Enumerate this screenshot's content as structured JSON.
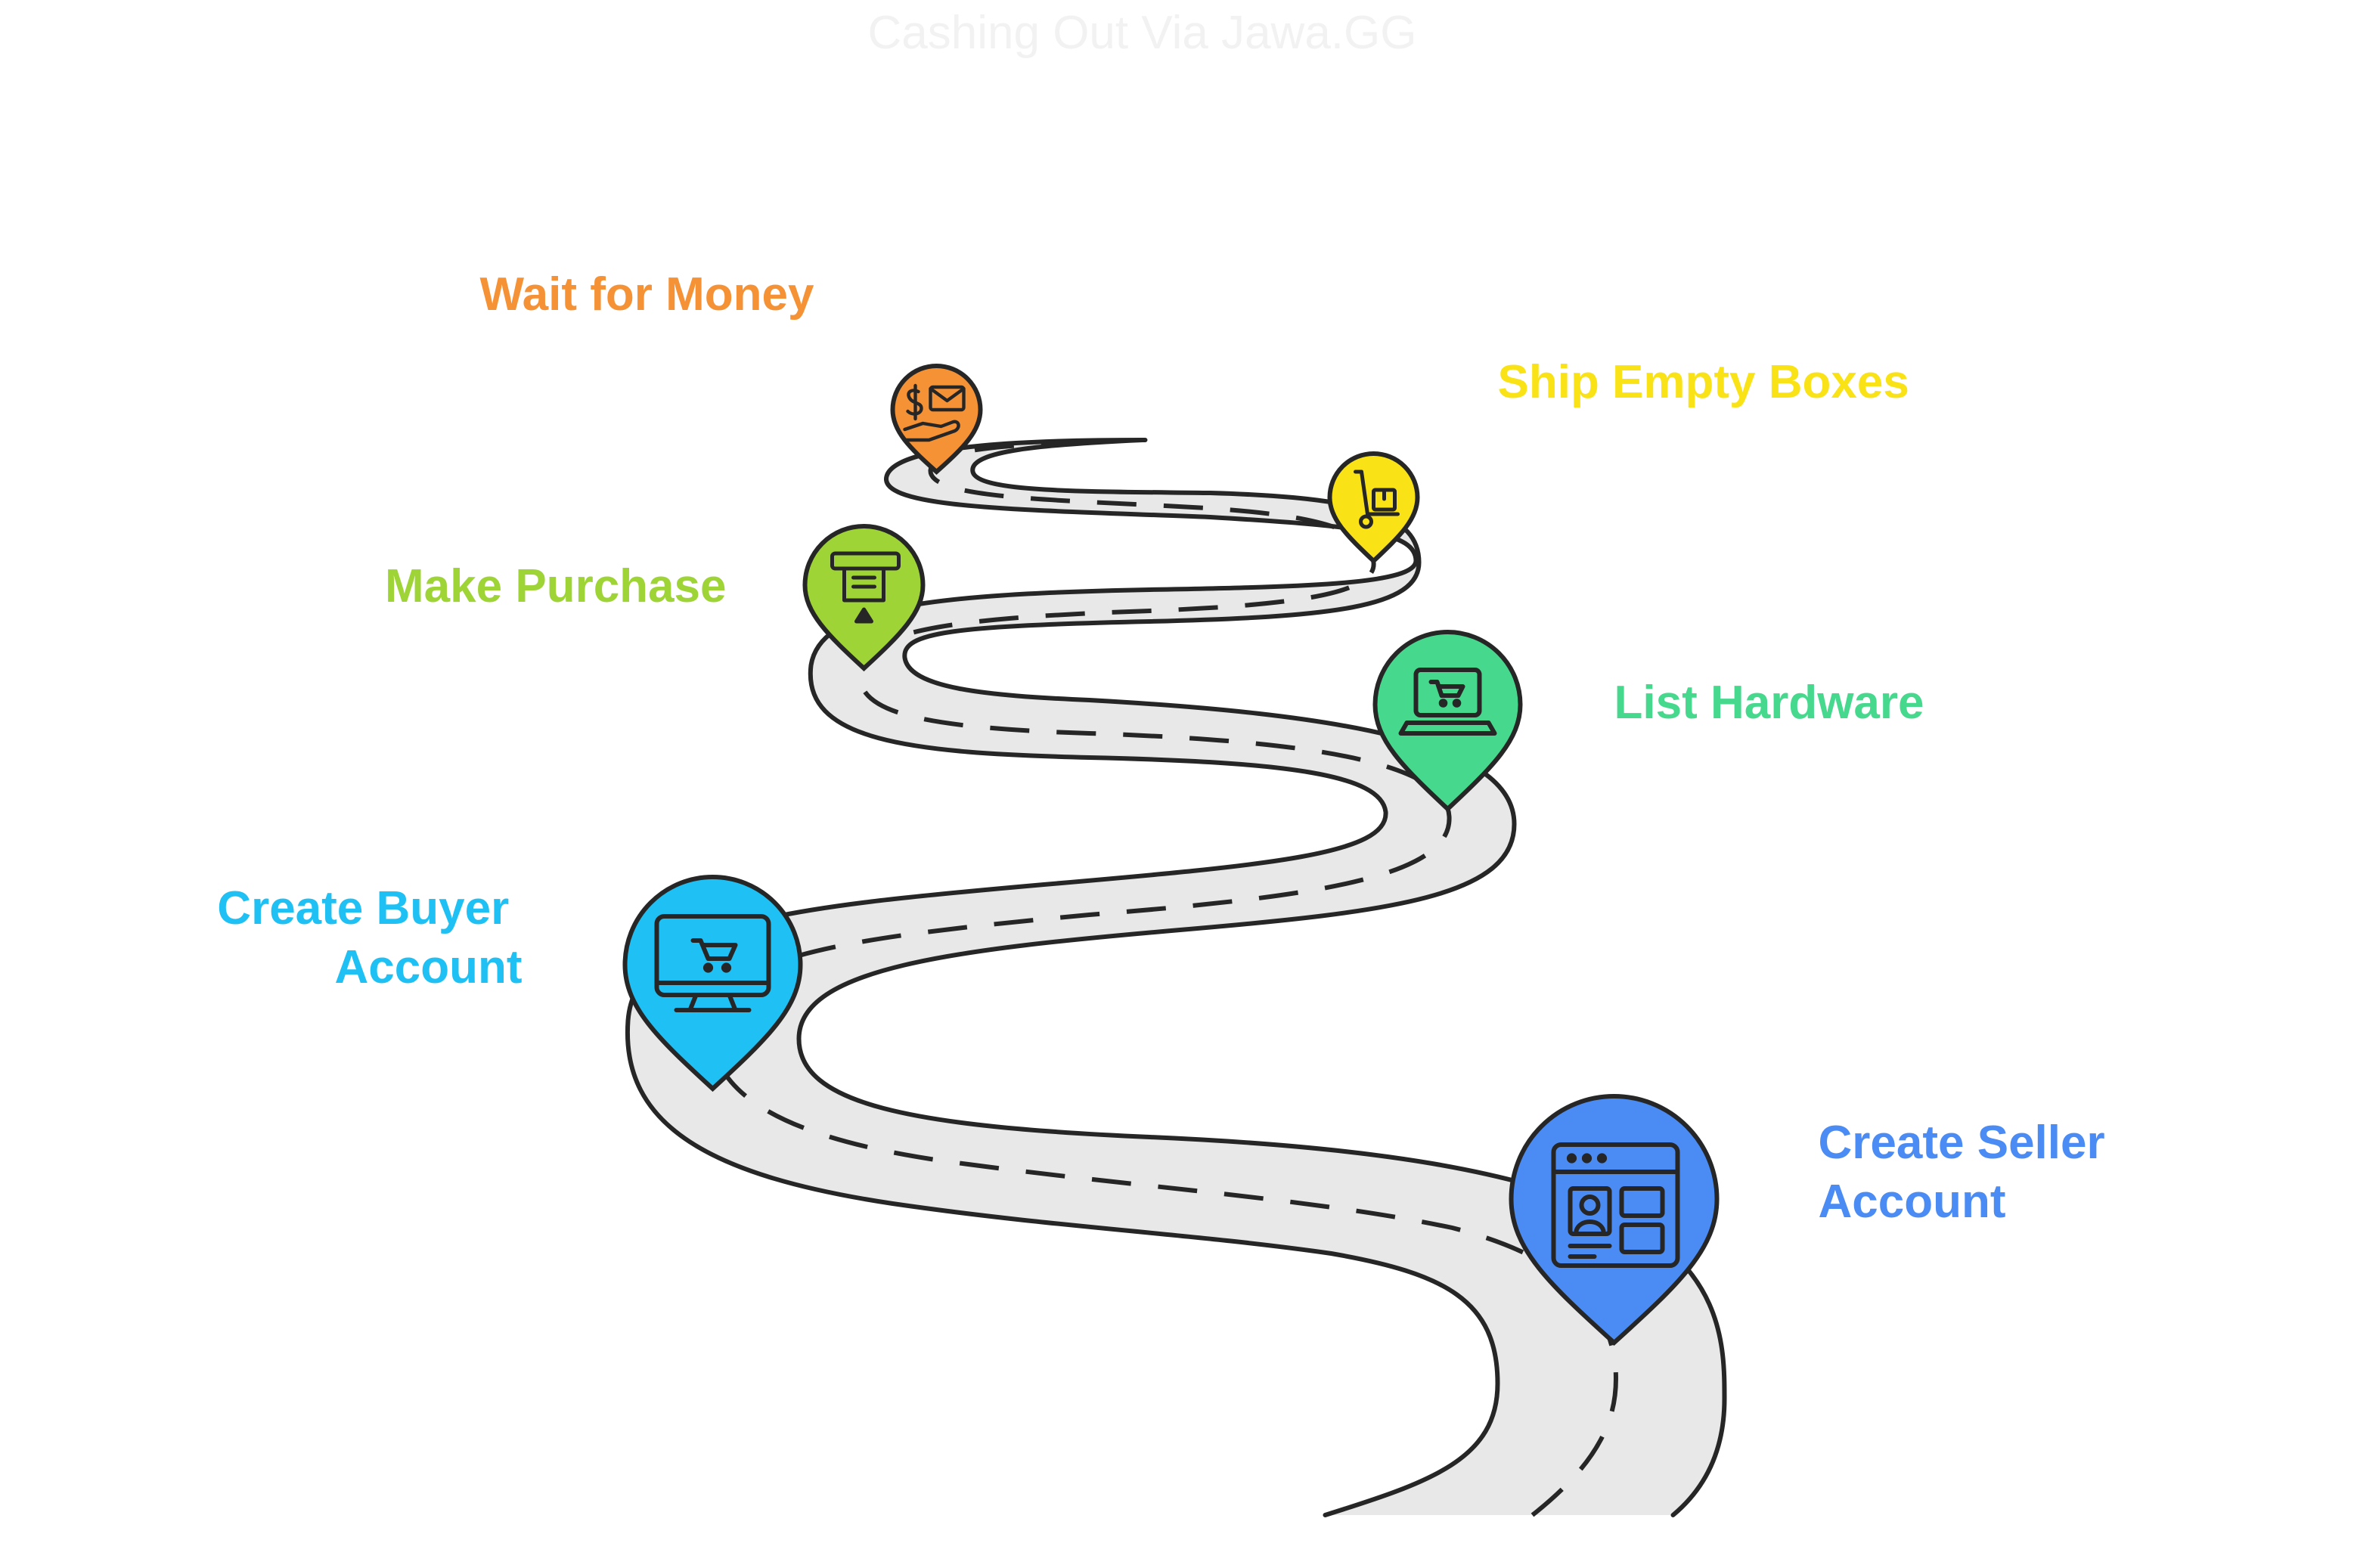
{
  "title": "Cashing Out Via Jawa.GG",
  "colors": {
    "title": "#f2f2f2",
    "road_fill": "#e8e8e8",
    "outline": "#262626"
  },
  "steps": [
    {
      "label_lines": [
        "Create Seller",
        "Account"
      ],
      "color": "#4a8cf4",
      "icon": "seller-profile-icon"
    },
    {
      "label_lines": [
        "Create Buyer",
        "Account"
      ],
      "color": "#1fc0f3",
      "icon": "computer-cart-icon"
    },
    {
      "label_lines": [
        "List Hardware"
      ],
      "color": "#46d98e",
      "icon": "laptop-cart-icon"
    },
    {
      "label_lines": [
        "Make Purchase"
      ],
      "color": "#9fd436",
      "icon": "payment-terminal-icon"
    },
    {
      "label_lines": [
        "Ship Empty Boxes"
      ],
      "color": "#f9e316",
      "icon": "hand-truck-box-icon"
    },
    {
      "label_lines": [
        "Wait for Money"
      ],
      "color": "#f59236",
      "icon": "money-mail-icon"
    }
  ]
}
